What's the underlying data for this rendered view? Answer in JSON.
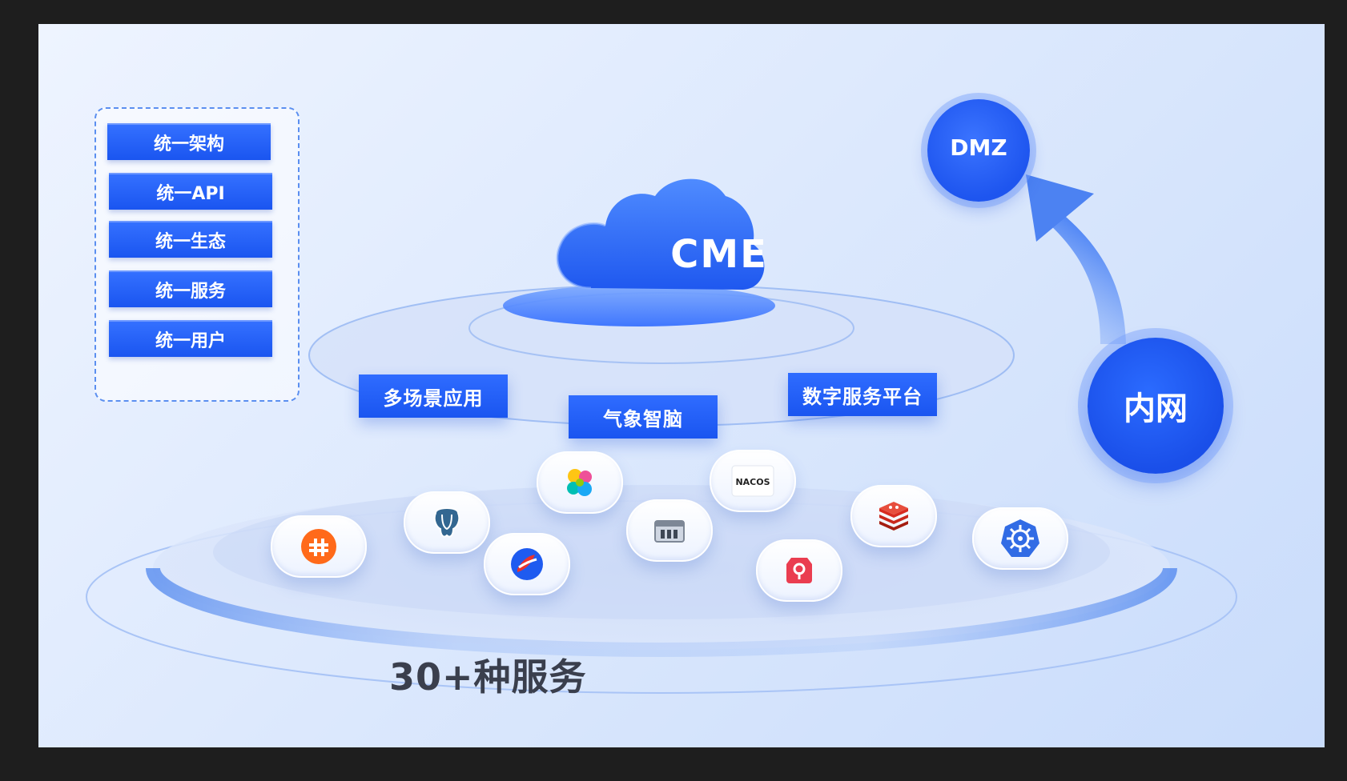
{
  "unified_panel": {
    "items": [
      "统一架构",
      "统一API",
      "统一生态",
      "统一服务",
      "统一用户"
    ]
  },
  "core": {
    "cloud_label": "CME",
    "apps": [
      "多场景应用",
      "气象智脑",
      "数字服务平台"
    ]
  },
  "network": {
    "dmz": "DMZ",
    "intranet": "内网"
  },
  "services": {
    "title": "30+种服务",
    "icons": [
      "api-gateway-icon",
      "postgresql-icon",
      "elastic-icon",
      "nacos-icon",
      "redis-icon",
      "kubernetes-icon",
      "hippo-icon",
      "storage-server-icon",
      "key-vault-icon"
    ],
    "nacos_logo_text": "NACOS"
  },
  "colors": {
    "accent_blue": "#1a55f0",
    "background_light": "#eef4ff",
    "text_dark": "#3a3f4d"
  }
}
